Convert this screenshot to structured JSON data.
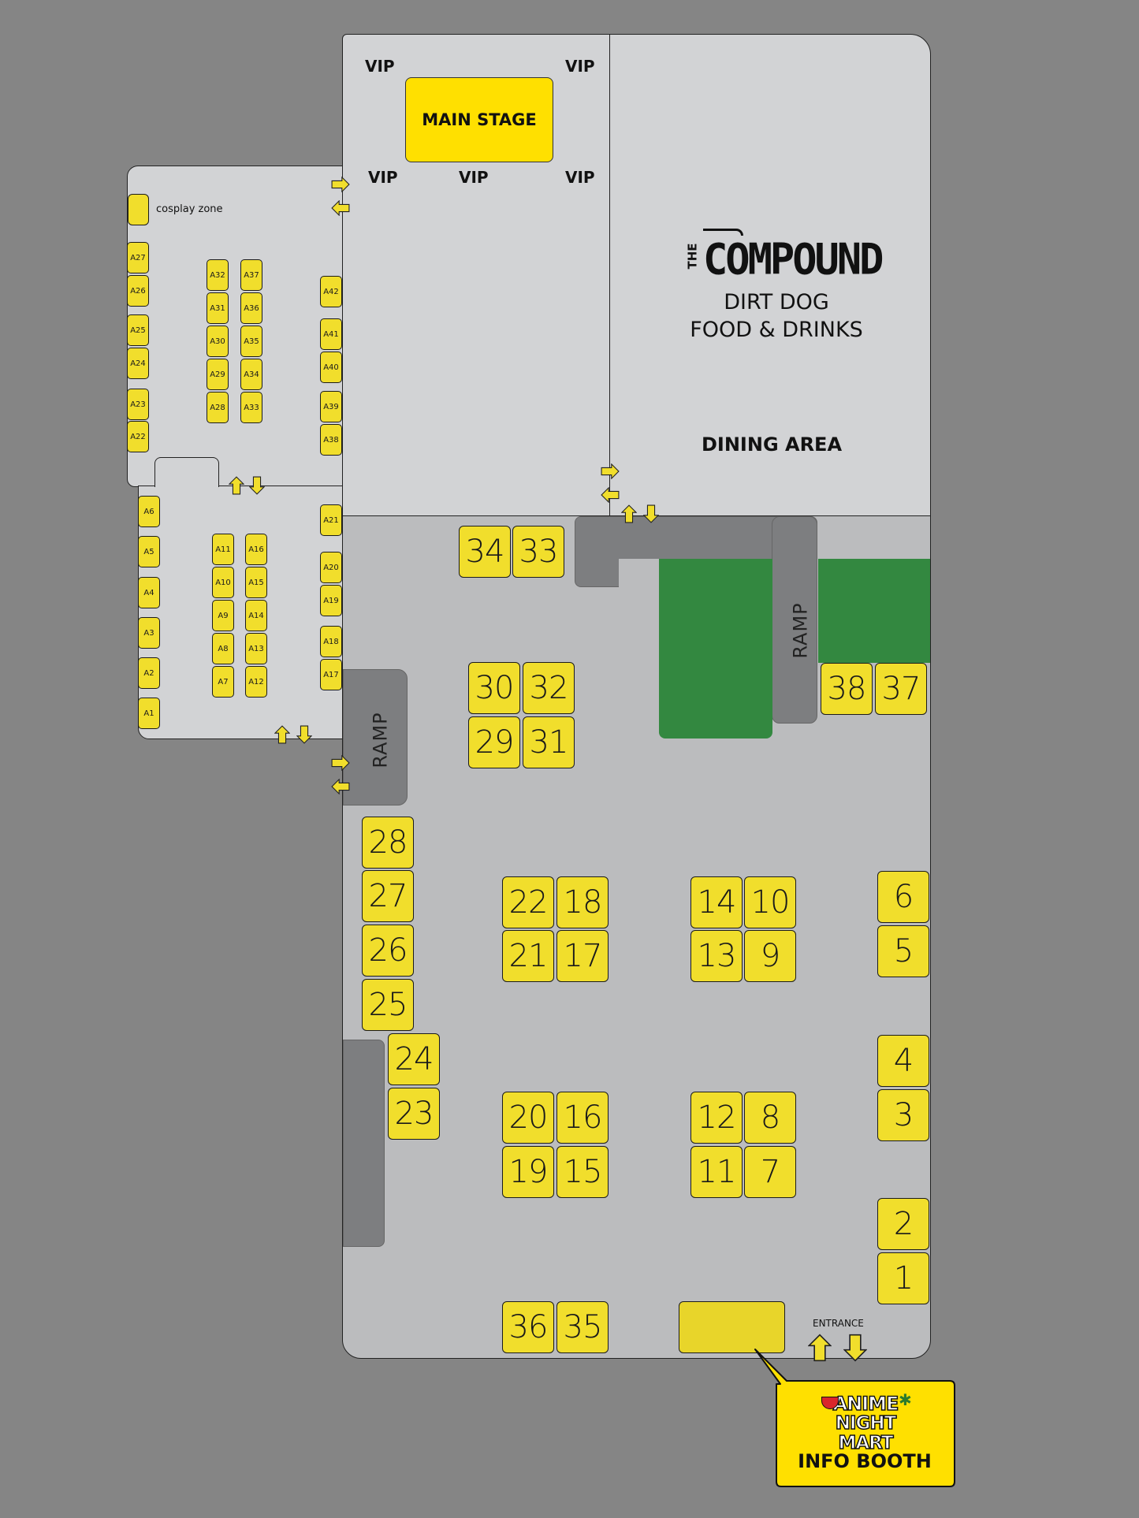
{
  "main_stage": {
    "label": "MAIN STAGE",
    "vip_label": "VIP"
  },
  "cosplay_zone": {
    "label": "cosplay zone"
  },
  "compound": {
    "logo_the": "THE",
    "logo_name": "COMPOUND",
    "vendor_line1": "DIRT DOG",
    "vendor_line2": "FOOD & DRINKS",
    "dining_area": "DINING AREA"
  },
  "ramp_label": "RAMP",
  "entrance_label": "ENTRANCE",
  "info_booth": {
    "logo_line1": "ANIME",
    "logo_line2": "NIGHT MART",
    "label": "INFO BOOTH"
  },
  "booths_small": [
    "A1",
    "A2",
    "A3",
    "A4",
    "A5",
    "A6",
    "A7",
    "A8",
    "A9",
    "A10",
    "A11",
    "A12",
    "A13",
    "A14",
    "A15",
    "A16",
    "A17",
    "A18",
    "A19",
    "A20",
    "A21",
    "A22",
    "A23",
    "A24",
    "A25",
    "A26",
    "A27",
    "A28",
    "A29",
    "A30",
    "A31",
    "A32",
    "A33",
    "A34",
    "A35",
    "A36",
    "A37",
    "A38",
    "A39",
    "A40",
    "A41",
    "A42"
  ],
  "booths_large": [
    "1",
    "2",
    "3",
    "4",
    "5",
    "6",
    "7",
    "8",
    "9",
    "10",
    "11",
    "12",
    "13",
    "14",
    "15",
    "16",
    "17",
    "18",
    "19",
    "20",
    "21",
    "22",
    "23",
    "24",
    "25",
    "26",
    "27",
    "28",
    "29",
    "30",
    "31",
    "32",
    "33",
    "34",
    "35",
    "36",
    "37",
    "38"
  ],
  "colors": {
    "booth_yellow": "#f1de2c",
    "stage_yellow": "#ffe000",
    "grass_green": "#338840",
    "floor_gray": "#bbbcbe",
    "room_gray": "#d2d3d5",
    "ramp_gray": "#7d7e80",
    "background": "#858585"
  }
}
